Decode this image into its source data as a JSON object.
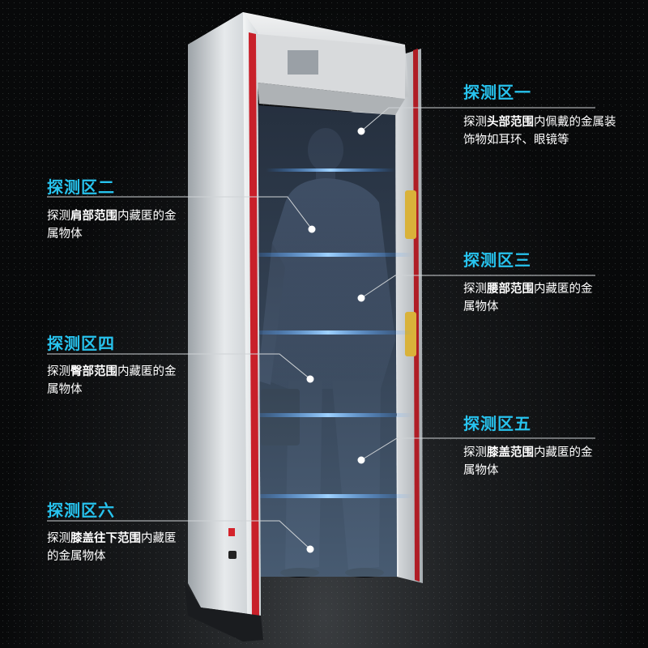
{
  "zones": [
    {
      "id": "zone-1",
      "title": "探测区一",
      "pre": "探测",
      "bold": "头部范围",
      "post": "内佩戴的金属装饰物如耳环、眼镜等"
    },
    {
      "id": "zone-2",
      "title": "探测区二",
      "pre": "探测",
      "bold": "肩部范围",
      "post": "内藏匿的金属物体"
    },
    {
      "id": "zone-3",
      "title": "探测区三",
      "pre": "探测",
      "bold": "腰部范围",
      "post": "内藏匿的金属物体"
    },
    {
      "id": "zone-4",
      "title": "探测区四",
      "pre": "探测",
      "bold": "臀部范围",
      "post": "内藏匿的金属物体"
    },
    {
      "id": "zone-5",
      "title": "探测区五",
      "pre": "探测",
      "bold": "膝盖范围",
      "post": "内藏匿的金属物体"
    },
    {
      "id": "zone-6",
      "title": "探测区六",
      "pre": "探测",
      "bold": "膝盖往下范围",
      "post": "内藏匿的金属物体"
    }
  ],
  "colors": {
    "accent": "#27c3ee",
    "text": "#ffffff",
    "leader": "#cfd3d6",
    "led": "#d4232b",
    "scan": "#3aa6ff"
  },
  "icons": {
    "callout": "circle-dot-icon"
  }
}
